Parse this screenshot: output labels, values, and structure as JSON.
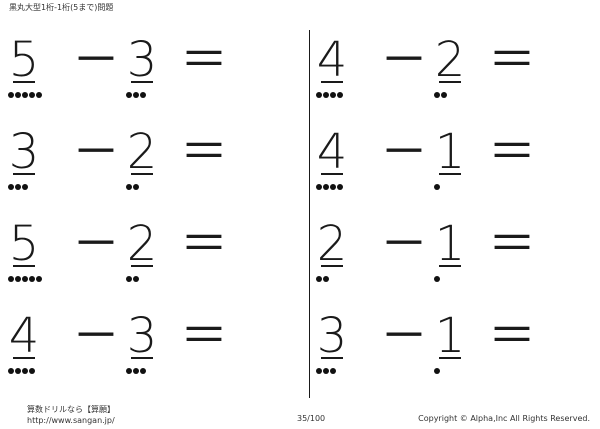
{
  "header": {
    "title": "黒丸大型1桁-1桁(5まで)問題"
  },
  "symbols": {
    "minus": "－",
    "equals": "＝"
  },
  "left_column": [
    {
      "a": "5",
      "b": "3",
      "a_dots": 5,
      "b_dots": 3
    },
    {
      "a": "3",
      "b": "2",
      "a_dots": 3,
      "b_dots": 2
    },
    {
      "a": "5",
      "b": "2",
      "a_dots": 5,
      "b_dots": 2
    },
    {
      "a": "4",
      "b": "3",
      "a_dots": 4,
      "b_dots": 3
    }
  ],
  "right_column": [
    {
      "a": "4",
      "b": "2",
      "a_dots": 4,
      "b_dots": 2
    },
    {
      "a": "4",
      "b": "1",
      "a_dots": 4,
      "b_dots": 1
    },
    {
      "a": "2",
      "b": "1",
      "a_dots": 2,
      "b_dots": 1
    },
    {
      "a": "3",
      "b": "1",
      "a_dots": 3,
      "b_dots": 1
    }
  ],
  "footer": {
    "site_name": "算数ドリルなら【算願】",
    "url": "http://www.sangan.jp/",
    "page": "35/100",
    "copyright": "Copyright © Alpha,Inc All Rights Reserved."
  }
}
